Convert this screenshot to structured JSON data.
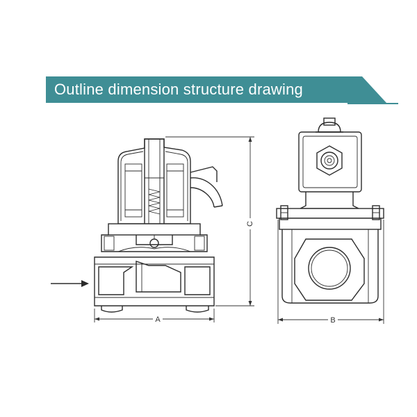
{
  "banner": {
    "title": "Outline dimension structure drawing",
    "color": "#3f8e95"
  },
  "dimensions": {
    "a_label": "A",
    "b_label": "B",
    "c_label": "C"
  },
  "colors": {
    "line": "#2b2b2b",
    "background": "#ffffff"
  }
}
